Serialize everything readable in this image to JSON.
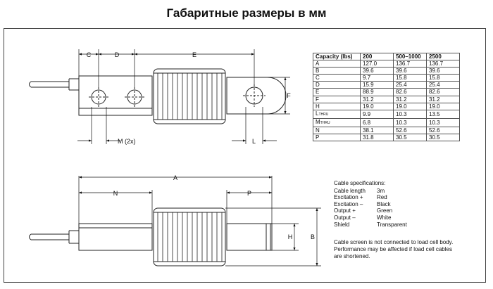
{
  "page": {
    "title": "Габаритные размеры в мм"
  },
  "dimension_labels": {
    "A": "A",
    "B": "B",
    "C": "C",
    "D": "D",
    "E": "E",
    "F": "F",
    "H": "H",
    "L": "L",
    "M": "M (2x)",
    "N": "N",
    "P": "P"
  },
  "spec_table": {
    "headers": [
      "Capacity (lbs)",
      "200",
      "500–1000",
      "2500"
    ],
    "rows": [
      {
        "label": "A",
        "sub": "",
        "values": [
          "127.0",
          "136.7",
          "136.7"
        ]
      },
      {
        "label": "B",
        "sub": "",
        "values": [
          "39.6",
          "39.6",
          "39.6"
        ]
      },
      {
        "label": "C",
        "sub": "",
        "values": [
          "9.7",
          "15.8",
          "15.8"
        ]
      },
      {
        "label": "D",
        "sub": "",
        "values": [
          "15.9",
          "25.4",
          "25.4"
        ]
      },
      {
        "label": "E",
        "sub": "",
        "values": [
          "88.9",
          "82.6",
          "82.6"
        ]
      },
      {
        "label": "F",
        "sub": "",
        "values": [
          "31.2",
          "31.2",
          "31.2"
        ]
      },
      {
        "label": "H",
        "sub": "",
        "values": [
          "19.0",
          "19.0",
          "19.0"
        ]
      },
      {
        "label": "L",
        "sub": "THRU",
        "values": [
          "9.9",
          "10.3",
          "13.5"
        ]
      },
      {
        "label": "M",
        "sub": "THRU",
        "values": [
          "6.8",
          "10.3",
          "10.3"
        ]
      },
      {
        "label": "N",
        "sub": "",
        "values": [
          "38.1",
          "52.6",
          "52.6"
        ]
      },
      {
        "label": "P",
        "sub": "",
        "values": [
          "31.8",
          "30.5",
          "30.5"
        ]
      }
    ]
  },
  "cable": {
    "title": "Cable specifications:",
    "rows": [
      {
        "k": "Cable length",
        "v": "3m"
      },
      {
        "k": "Excitation +",
        "v": "Red"
      },
      {
        "k": "Excitation –",
        "v": "Black"
      },
      {
        "k": "Output +",
        "v": "Green"
      },
      {
        "k": "Output –",
        "v": "White"
      },
      {
        "k": "Shield",
        "v": "Transparent"
      }
    ],
    "note": "Cable screen is not connected to load cell body. Performance may be affected if load cell cables are shortened."
  }
}
